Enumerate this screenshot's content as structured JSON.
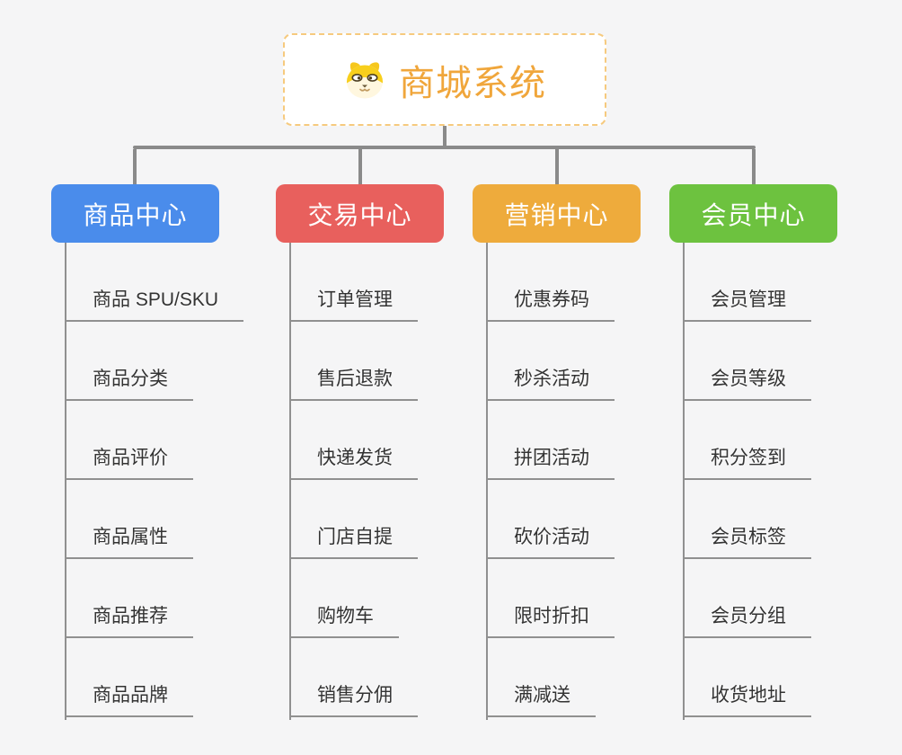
{
  "root": {
    "title": "商城系统",
    "icon": "dog-face-icon",
    "accent_color": "#f0a63b",
    "border_color": "#f6ca7e"
  },
  "connector_color": "#8a8a8a",
  "branches": [
    {
      "label": "商品中心",
      "color": "#4a8ceb",
      "items": [
        "商品 SPU/SKU",
        "商品分类",
        "商品评价",
        "商品属性",
        "商品推荐",
        "商品品牌"
      ]
    },
    {
      "label": "交易中心",
      "color": "#e8605d",
      "items": [
        "订单管理",
        "售后退款",
        "快递发货",
        "门店自提",
        "购物车",
        "销售分佣"
      ]
    },
    {
      "label": "营销中心",
      "color": "#eeab3c",
      "items": [
        "优惠券码",
        "秒杀活动",
        "拼团活动",
        "砍价活动",
        "限时折扣",
        "满减送"
      ]
    },
    {
      "label": "会员中心",
      "color": "#6dc23f",
      "items": [
        "会员管理",
        "会员等级",
        "积分签到",
        "会员标签",
        "会员分组",
        "收货地址"
      ]
    }
  ]
}
